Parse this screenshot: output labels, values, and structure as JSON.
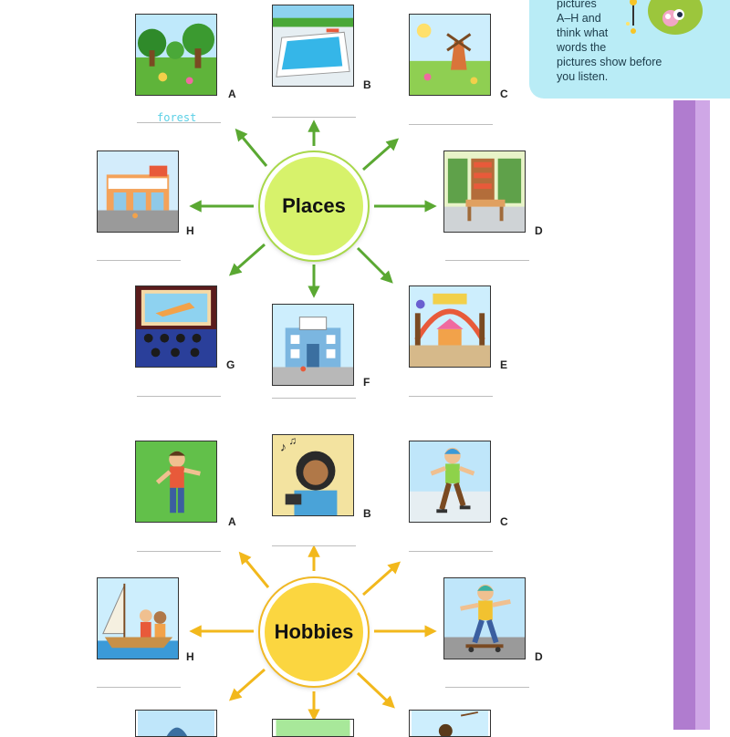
{
  "tip": {
    "lines": [
      "pictures",
      "A–H and",
      "think what",
      "words the",
      "pictures show before",
      "you listen."
    ]
  },
  "places": {
    "hub_label": "Places",
    "answer_example": "forest",
    "letters": {
      "A": "A",
      "B": "B",
      "C": "C",
      "D": "D",
      "E": "E",
      "F": "F",
      "G": "G",
      "H": "H"
    }
  },
  "hobbies": {
    "hub_label": "Hobbies",
    "letters": {
      "A": "A",
      "B": "B",
      "C": "C",
      "D": "D",
      "H": "H"
    }
  },
  "colors": {
    "places_arrow": "#5aa832",
    "hobbies_arrow": "#f2b81c",
    "places_hub": "#d7f26b",
    "hobbies_hub": "#fbd640",
    "tip_bg": "#b9ecf6",
    "side_band": "#b07ccf"
  },
  "icons": {
    "places": [
      "forest-picture",
      "swimming-pool-picture",
      "windmill-countryside-picture",
      "library-picture",
      "funfair-entrance-picture",
      "shopping-mall-picture",
      "cinema-picture",
      "restaurant-picture"
    ],
    "hobbies": [
      "dancing-boy-picture",
      "music-listening-girl-picture",
      "roller-skating-boy-picture",
      "skateboarding-boy-picture",
      "sailing-picture"
    ]
  }
}
